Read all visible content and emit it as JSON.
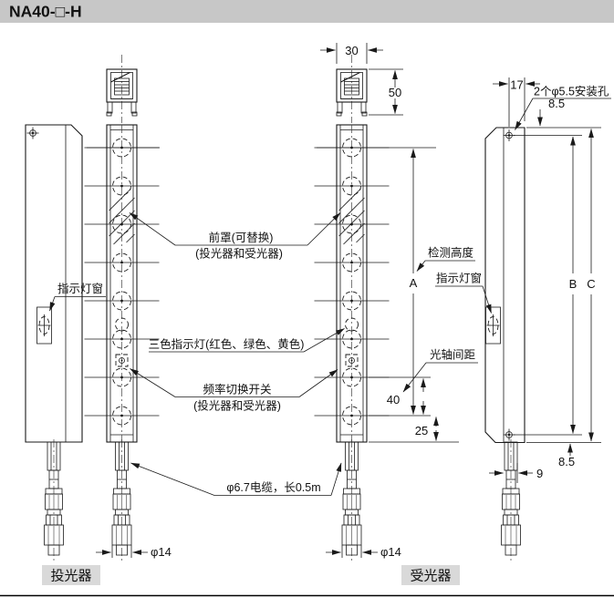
{
  "title": "NA40-□-H",
  "captions": {
    "emitter": "投光器",
    "receiver": "受光器"
  },
  "callouts": {
    "front_cover_line1": "前罩(可替换)",
    "front_cover_line2": "(投光器和受光器)",
    "indicator_window_left": "指示灯窗",
    "indicator_window_right": "指示灯窗",
    "three_color_indicator": "三色指示灯(红色、绿色、黄色)",
    "freq_switch_line1": "频率切换开关",
    "freq_switch_line2": "(投光器和受光器)",
    "cable": "φ6.7电缆，长0.5m",
    "detection_height": "检测高度",
    "beam_pitch": "光轴间距",
    "mounting_holes": "2个φ5.5安装孔"
  },
  "dimensions": {
    "top_width": "30",
    "top_height": "50",
    "hole_edge_offset": "17",
    "top_hole_inset": "8.5",
    "beam_pitch_value": "40",
    "last_beam_to_end": "25",
    "bottom_hole_inset": "8.5",
    "cable_offset": "9",
    "connector_dia_emitter": "φ14",
    "connector_dia_receiver": "φ14",
    "detection_height_symbol": "A",
    "hole_pitch_symbol": "B",
    "total_length_symbol": "C"
  },
  "colors": {
    "header_band": "#c7c7c7",
    "body_fill": "#e4e4e4",
    "front_bar_fill": "#eaeaea",
    "caption_bg": "#d9d9d9",
    "line": "#1a1a1a"
  }
}
